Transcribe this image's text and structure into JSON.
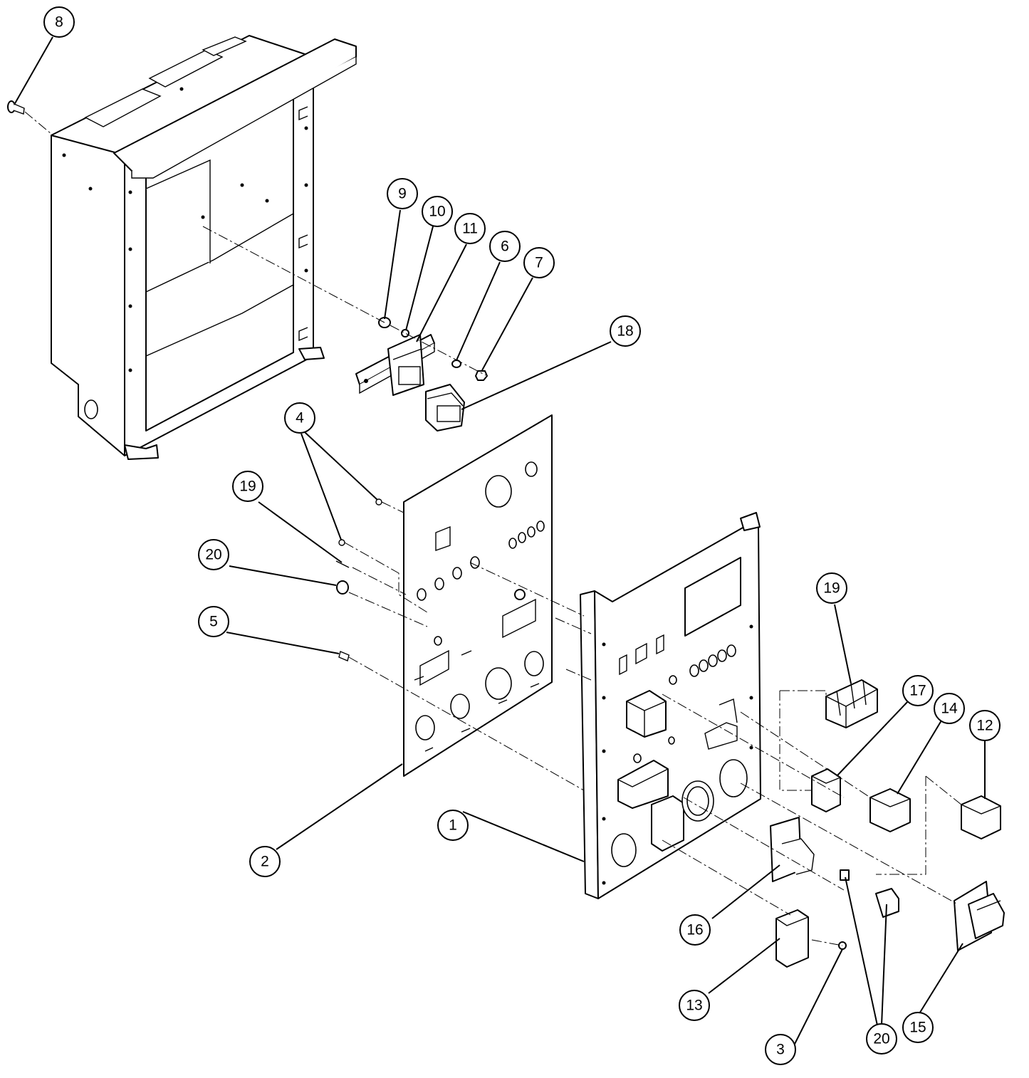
{
  "diagram": {
    "type": "exploded-assembly",
    "callouts": [
      {
        "id": "c8",
        "label": "8"
      },
      {
        "id": "c9",
        "label": "9"
      },
      {
        "id": "c10",
        "label": "10"
      },
      {
        "id": "c11",
        "label": "11"
      },
      {
        "id": "c6",
        "label": "6"
      },
      {
        "id": "c7",
        "label": "7"
      },
      {
        "id": "c18",
        "label": "18"
      },
      {
        "id": "c4",
        "label": "4"
      },
      {
        "id": "c19a",
        "label": "19"
      },
      {
        "id": "c20a",
        "label": "20"
      },
      {
        "id": "c5",
        "label": "5"
      },
      {
        "id": "c2",
        "label": "2"
      },
      {
        "id": "c1",
        "label": "1"
      },
      {
        "id": "c19b",
        "label": "19"
      },
      {
        "id": "c17",
        "label": "17"
      },
      {
        "id": "c14",
        "label": "14"
      },
      {
        "id": "c12",
        "label": "12"
      },
      {
        "id": "c16",
        "label": "16"
      },
      {
        "id": "c13",
        "label": "13"
      },
      {
        "id": "c20b",
        "label": "20"
      },
      {
        "id": "c15",
        "label": "15"
      },
      {
        "id": "c3",
        "label": "3"
      }
    ]
  }
}
